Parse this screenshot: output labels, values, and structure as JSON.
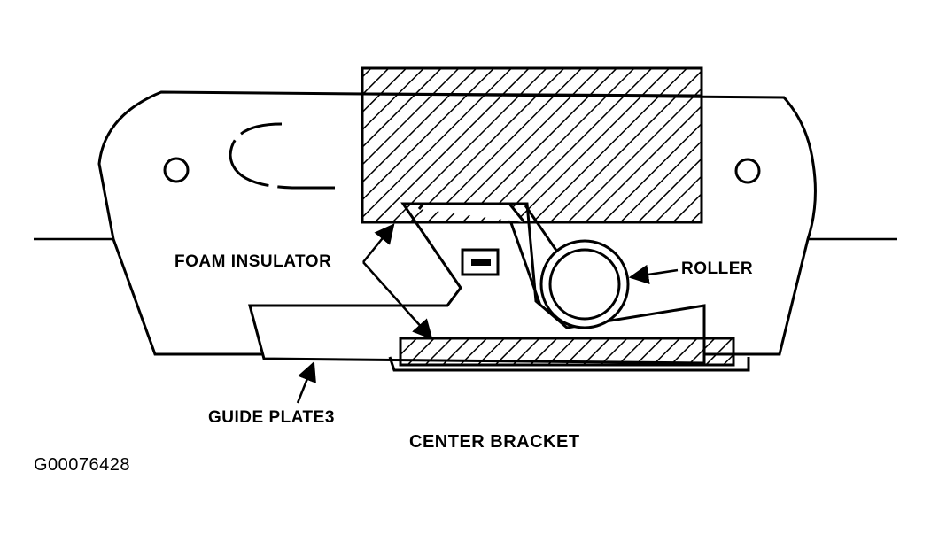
{
  "labels": {
    "foam_insulator": "FOAM INSULATOR",
    "roller": "ROLLER",
    "guide_plate": "GUIDE PLATE3",
    "center_bracket": "CENTER BRACKET",
    "figure_id": "G00076428"
  },
  "colors": {
    "ink": "#000000",
    "background": "#ffffff"
  }
}
